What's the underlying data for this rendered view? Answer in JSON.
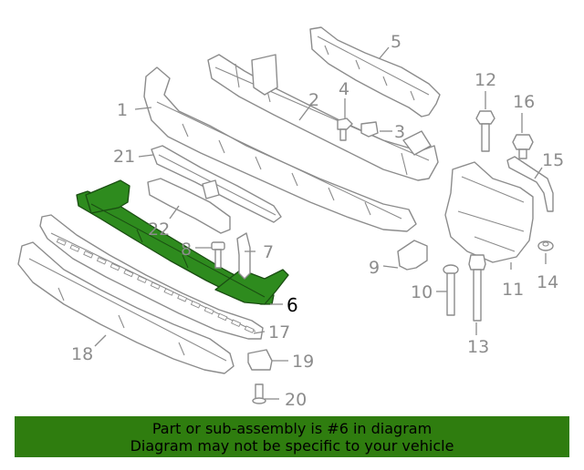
{
  "callouts": {
    "c1": "1",
    "c2": "2",
    "c3": "3",
    "c4": "4",
    "c5": "5",
    "c6": "6",
    "c7": "7",
    "c8": "8",
    "c9": "9",
    "c10": "10",
    "c11": "11",
    "c12": "12",
    "c13": "13",
    "c14": "14",
    "c15": "15",
    "c16": "16",
    "c17": "17",
    "c18": "18",
    "c19": "19",
    "c20": "20",
    "c21": "21",
    "c22": "22"
  },
  "highlighted_part": "6",
  "colors": {
    "highlight": "#2e8b1e",
    "banner": "#2f7d0f",
    "outline": "#8c8c8c"
  },
  "banner": {
    "line1": "Part or sub-assembly is #6 in diagram",
    "line2": "Diagram may not be specific to your vehicle"
  }
}
